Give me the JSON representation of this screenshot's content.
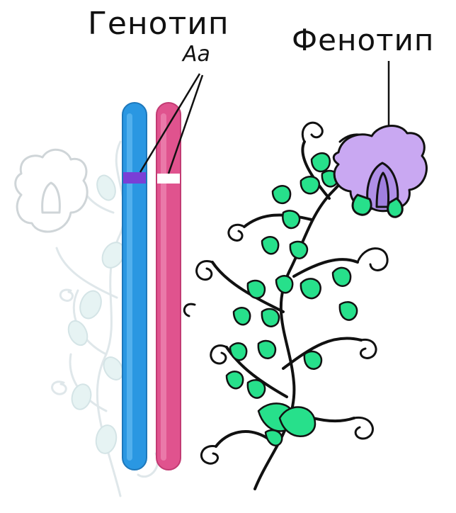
{
  "labels": {
    "genotype": "Генотип",
    "phenotype": "Фенотип",
    "alleles": "Aa"
  },
  "colors": {
    "chromosome_left": "#2a97e2",
    "chromosome_right": "#e0538e",
    "allele_dominant_band": "#7a3fd6",
    "allele_recessive_band": "#ffffff",
    "flower": "#c9a8f2",
    "leaf": "#27e08b",
    "stem": "#111111",
    "ghost_plant": "#dfe9ea"
  },
  "icons": [
    "faded-pea-plant-icon",
    "pea-plant-icon",
    "pea-flower-icon",
    "chromosome-icon"
  ]
}
